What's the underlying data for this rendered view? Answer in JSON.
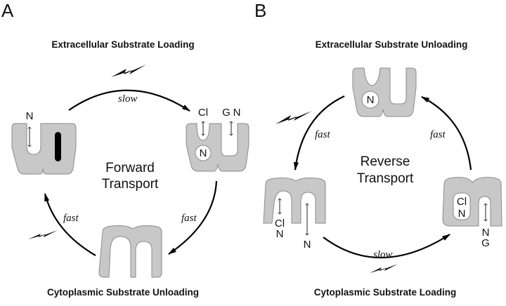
{
  "panels": [
    {
      "id": "A",
      "label": "A",
      "top_heading": "Extracellular Substrate Loading",
      "bottom_heading": "Cytoplasmic Substrate Unloading",
      "center_line1": "Forward",
      "center_line2": "Transport",
      "speeds": {
        "top": "slow",
        "right": "fast",
        "left": "fast"
      },
      "states": {
        "left": {
          "labels": [
            "N"
          ]
        },
        "right": {
          "labels": [
            "Cl",
            "G",
            "N",
            "N"
          ]
        },
        "bottom": {
          "labels": []
        }
      }
    },
    {
      "id": "B",
      "label": "B",
      "top_heading": "Extracellular Substrate Unloading",
      "bottom_heading": "Cytoplasmic Substrate Loading",
      "center_line1": "Reverse",
      "center_line2": "Transport",
      "speeds": {
        "left": "fast",
        "right": "fast",
        "bottom": "slow"
      },
      "states": {
        "top": {
          "labels": [
            "N"
          ]
        },
        "left": {
          "labels": [
            "Cl",
            "N",
            "N"
          ]
        },
        "right": {
          "labels": [
            "Cl",
            "N",
            "N",
            "G"
          ]
        }
      }
    }
  ],
  "colors": {
    "transporter": "#c8c8c8",
    "outline": "#8a8a8a",
    "ink": "#000000"
  }
}
